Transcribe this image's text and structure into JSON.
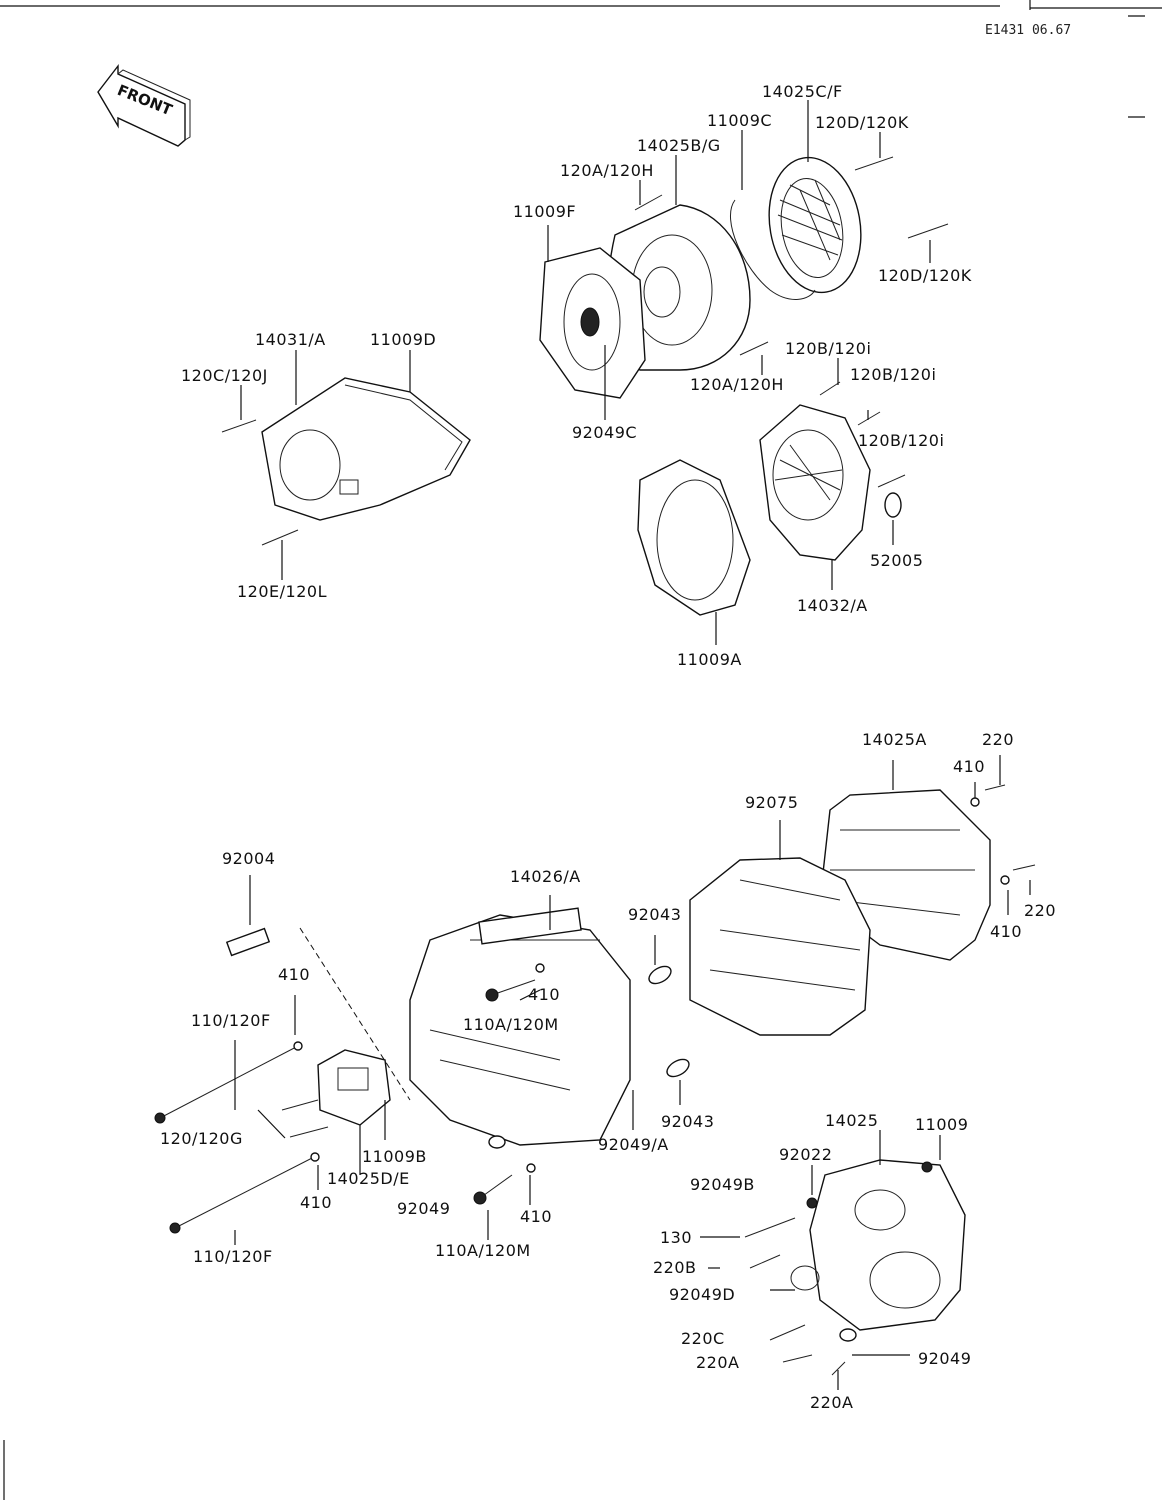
{
  "header": {
    "code": "E1431 06.67"
  },
  "front_badge": {
    "text": "FRONT"
  },
  "labels": {
    "l14025C_F": "14025C/F",
    "l11009C": "11009C",
    "l120D_120K_a": "120D/120K",
    "l14025B_G": "14025B/G",
    "l120A_120H_a": "120A/120H",
    "l11009F": "11009F",
    "l120D_120K_b": "120D/120K",
    "l14031_A": "14031/A",
    "l11009D": "11009D",
    "l120C_120J": "120C/120J",
    "l120B_120I_a": "120B/120i",
    "l120A_120H_b": "120A/120H",
    "l120B_120I_b": "120B/120i",
    "l92049C": "92049C",
    "l120B_120I_c": "120B/120i",
    "l52005": "52005",
    "l120E_120L": "120E/120L",
    "l14032_A": "14032/A",
    "l11009A": "11009A",
    "l14025A": "14025A",
    "l220_a": "220",
    "l410_a": "410",
    "l92075": "92075",
    "l92004": "92004",
    "l14026_A": "14026/A",
    "l220_b": "220",
    "l410_b": "410",
    "l92043_a": "92043",
    "l410_c": "410",
    "l410_d": "410",
    "l110_120F_a": "110/120F",
    "l110A_120M_a": "110A/120M",
    "l92043_b": "92043",
    "l120_120G": "120/120G",
    "l11009B": "11009B",
    "l92049_A": "92049/A",
    "l14025": "14025",
    "l11009": "11009",
    "l14025D_E": "14025D/E",
    "l92022": "92022",
    "l410_e": "410",
    "l92049B": "92049B",
    "l92049_a": "92049",
    "l410_f": "410",
    "l110A_120M_b": "110A/120M",
    "l130": "130",
    "l110_120F_b": "110/120F",
    "l220B": "220B",
    "l92049D": "92049D",
    "l220C": "220C",
    "l220A_a": "220A",
    "l92049_b": "92049",
    "l220A_b": "220A"
  }
}
